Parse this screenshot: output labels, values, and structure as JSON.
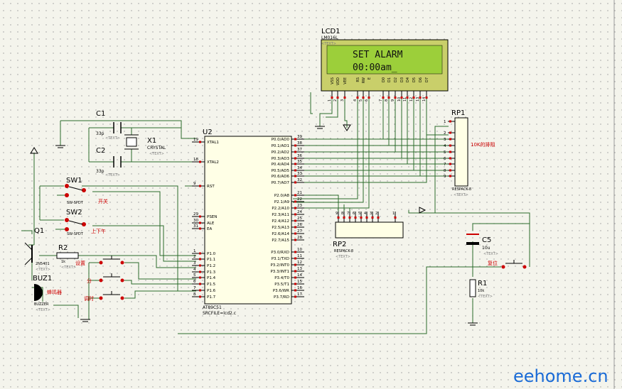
{
  "colors": {
    "wire": "#2b6b2b",
    "body": "#000000",
    "label": "#000000",
    "hint": "#7a7a7a",
    "pin": "#cc0000",
    "pin2": "#3355cc",
    "red": "#cc0000",
    "lcd_bg": "#c9cf6a",
    "lcd_screen": "#9ccf3a",
    "chip_fill": "#ffffe6",
    "watermark": "#1a6bd6"
  },
  "lcd": {
    "ref": "LCD1",
    "part": "LM016L",
    "text_tag": "<TEXT>",
    "line1": "SET ALARM",
    "line2": "00:00am_",
    "pins": [
      "VSS",
      "VDD",
      "VEE",
      "RS",
      "RW",
      "E",
      "D0",
      "D1",
      "D2",
      "D3",
      "D4",
      "D5",
      "D6",
      "D7"
    ],
    "pin_nums": [
      "1",
      "2",
      "3",
      "4",
      "5",
      "6",
      "7",
      "8",
      "9",
      "10",
      "11",
      "12",
      "13",
      "14"
    ]
  },
  "mcu": {
    "ref": "U2",
    "part": "AT89C51",
    "file": "SRCFILE=lcd2.c",
    "left": [
      {
        "name": "XTAL1",
        "num": "19"
      },
      {
        "name": "XTAL2",
        "num": "18"
      },
      {
        "name": "RST",
        "num": "9"
      },
      {
        "name": "PSEN",
        "num": "29"
      },
      {
        "name": "ALE",
        "num": "30"
      },
      {
        "name": "EA",
        "num": "31"
      },
      {
        "name": "P1.0",
        "num": "1"
      },
      {
        "name": "P1.1",
        "num": "2"
      },
      {
        "name": "P1.2",
        "num": "3"
      },
      {
        "name": "P1.3",
        "num": "4"
      },
      {
        "name": "P1.4",
        "num": "5"
      },
      {
        "name": "P1.5",
        "num": "6"
      },
      {
        "name": "P1.6",
        "num": "7"
      },
      {
        "name": "P1.7",
        "num": "8"
      }
    ],
    "right": [
      {
        "name": "P0.0/AD0",
        "num": "39"
      },
      {
        "name": "P0.1/AD1",
        "num": "38"
      },
      {
        "name": "P0.2/AD2",
        "num": "37"
      },
      {
        "name": "P0.3/AD3",
        "num": "36"
      },
      {
        "name": "P0.4/AD4",
        "num": "35"
      },
      {
        "name": "P0.5/AD5",
        "num": "34"
      },
      {
        "name": "P0.6/AD6",
        "num": "33"
      },
      {
        "name": "P0.7/AD7",
        "num": "32"
      },
      {
        "name": "P2.0/A8",
        "num": "21"
      },
      {
        "name": "P2.1/A9",
        "num": "22"
      },
      {
        "name": "P2.2/A10",
        "num": "23"
      },
      {
        "name": "P2.3/A11",
        "num": "24"
      },
      {
        "name": "P2.4/A12",
        "num": "25"
      },
      {
        "name": "P2.5/A13",
        "num": "26"
      },
      {
        "name": "P2.6/A14",
        "num": "27"
      },
      {
        "name": "P2.7/A15",
        "num": "28"
      },
      {
        "name": "P3.0/RXD",
        "num": "10"
      },
      {
        "name": "P3.1/TXD",
        "num": "11"
      },
      {
        "name": "P3.2/INT0",
        "num": "12"
      },
      {
        "name": "P3.3/INT1",
        "num": "13"
      },
      {
        "name": "P3.4/T0",
        "num": "14"
      },
      {
        "name": "P3.5/T1",
        "num": "15"
      },
      {
        "name": "P3.6/WR",
        "num": "16"
      },
      {
        "name": "P3.7/RD",
        "num": "17"
      }
    ]
  },
  "rp1": {
    "ref": "RP1",
    "part": "RESPACK-8",
    "note": "10K的排阻",
    "text_tag": "<TEXT>",
    "pin_nums": [
      "1",
      "2",
      "3",
      "4",
      "5",
      "6",
      "7",
      "8",
      "9"
    ]
  },
  "rp2": {
    "ref": "RP2",
    "part": "RESPACK-8",
    "text_tag": "<TEXT>",
    "pin_nums": [
      "9",
      "8",
      "7",
      "6",
      "5",
      "4",
      "3",
      "2",
      "1"
    ]
  },
  "c1": {
    "ref": "C1",
    "value": "33p",
    "text_tag": "<TEXT>"
  },
  "c2": {
    "ref": "C2",
    "value": "33p",
    "text_tag": "<TEXT>"
  },
  "x1": {
    "ref": "X1",
    "part": "CRYSTAL",
    "text_tag": "<TEXT>"
  },
  "sw1": {
    "ref": "SW1",
    "part": "SW-SPDT",
    "note": "开关"
  },
  "sw2": {
    "ref": "SW2",
    "part": "SW-SPDT",
    "note": "上下午"
  },
  "q1": {
    "ref": "Q1",
    "part": "2N5401",
    "text_tag": "<TEXT>"
  },
  "r2": {
    "ref": "R2",
    "value": "1k",
    "text_tag": "<TEXT>"
  },
  "buz1": {
    "ref": "BUZ1",
    "part": "BUZZER",
    "text_tag": "<TEXT>",
    "note": "蜂鸣器"
  },
  "c5": {
    "ref": "C5",
    "value": "10u",
    "text_tag": "<TEXT>"
  },
  "r1": {
    "ref": "R1",
    "value": "10k",
    "text_tag": "<TEXT>"
  },
  "buttons": {
    "b1": "设置",
    "b2": "分",
    "b3": "调时",
    "reset": "复位"
  },
  "watermark": "eehome.cn"
}
